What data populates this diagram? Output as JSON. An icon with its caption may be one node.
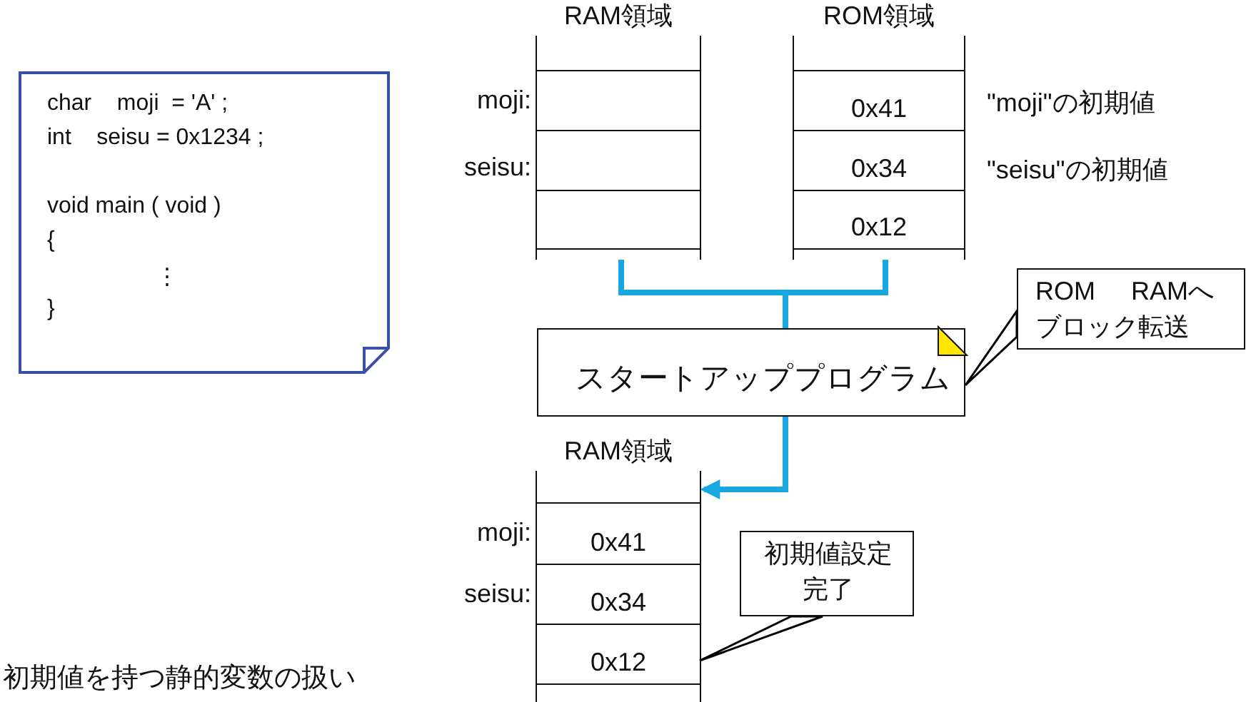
{
  "diagram": {
    "caption": "初期値を持つ静的変数の扱い",
    "nodes": [
      {
        "text": [
          "char    moji  = 'A' ;",
          "int    seisu = 0x1234 ;",
          "void main ( void )",
          "{",
          "⋮",
          "}"
        ]
      },
      {
        "text": [
          "RAM領域"
        ]
      },
      {
        "text": [],
        "shape": "box",
        "in": 1
      },
      {
        "text": [],
        "shape": "box",
        "in": 1
      },
      {
        "text": [],
        "shape": "box",
        "in": 1
      },
      {
        "text": [
          "ROM領域"
        ]
      },
      {
        "text": [
          "0x41"
        ],
        "in": 5
      },
      {
        "text": [
          "0x34"
        ],
        "in": 5
      },
      {
        "text": [
          "0x12"
        ],
        "in": 5
      },
      {
        "text": [
          "スタートアッププログラム"
        ]
      },
      {
        "text": [
          "ROM     RAMへブロック転送"
        ]
      },
      {
        "text": [
          "RAM領域"
        ]
      },
      {
        "text": [
          "0x41"
        ],
        "in": 11
      },
      {
        "text": [
          "0x34"
        ],
        "in": 11
      },
      {
        "text": [
          "0x12"
        ],
        "in": 11
      },
      {
        "text": [
          "初期値設定完了"
        ]
      }
    ],
    "edges": [
      {
        "from": 1,
        "to": 9,
        "arrow": "none"
      },
      {
        "from": 5,
        "to": 9,
        "arrow": "none"
      },
      {
        "from": 9,
        "to": 11,
        "arrow": "to"
      },
      {
        "from": 10,
        "to": 9,
        "arrow": "none",
        "color": "#000000"
      },
      {
        "from": 15,
        "to": 14,
        "arrow": "none",
        "color": "#000000"
      }
    ],
    "labels": [
      "moji:",
      "seisu:",
      "\"moji\"の初期値",
      "\"seisu\"の初期値",
      "moji:",
      "seisu:"
    ]
  }
}
